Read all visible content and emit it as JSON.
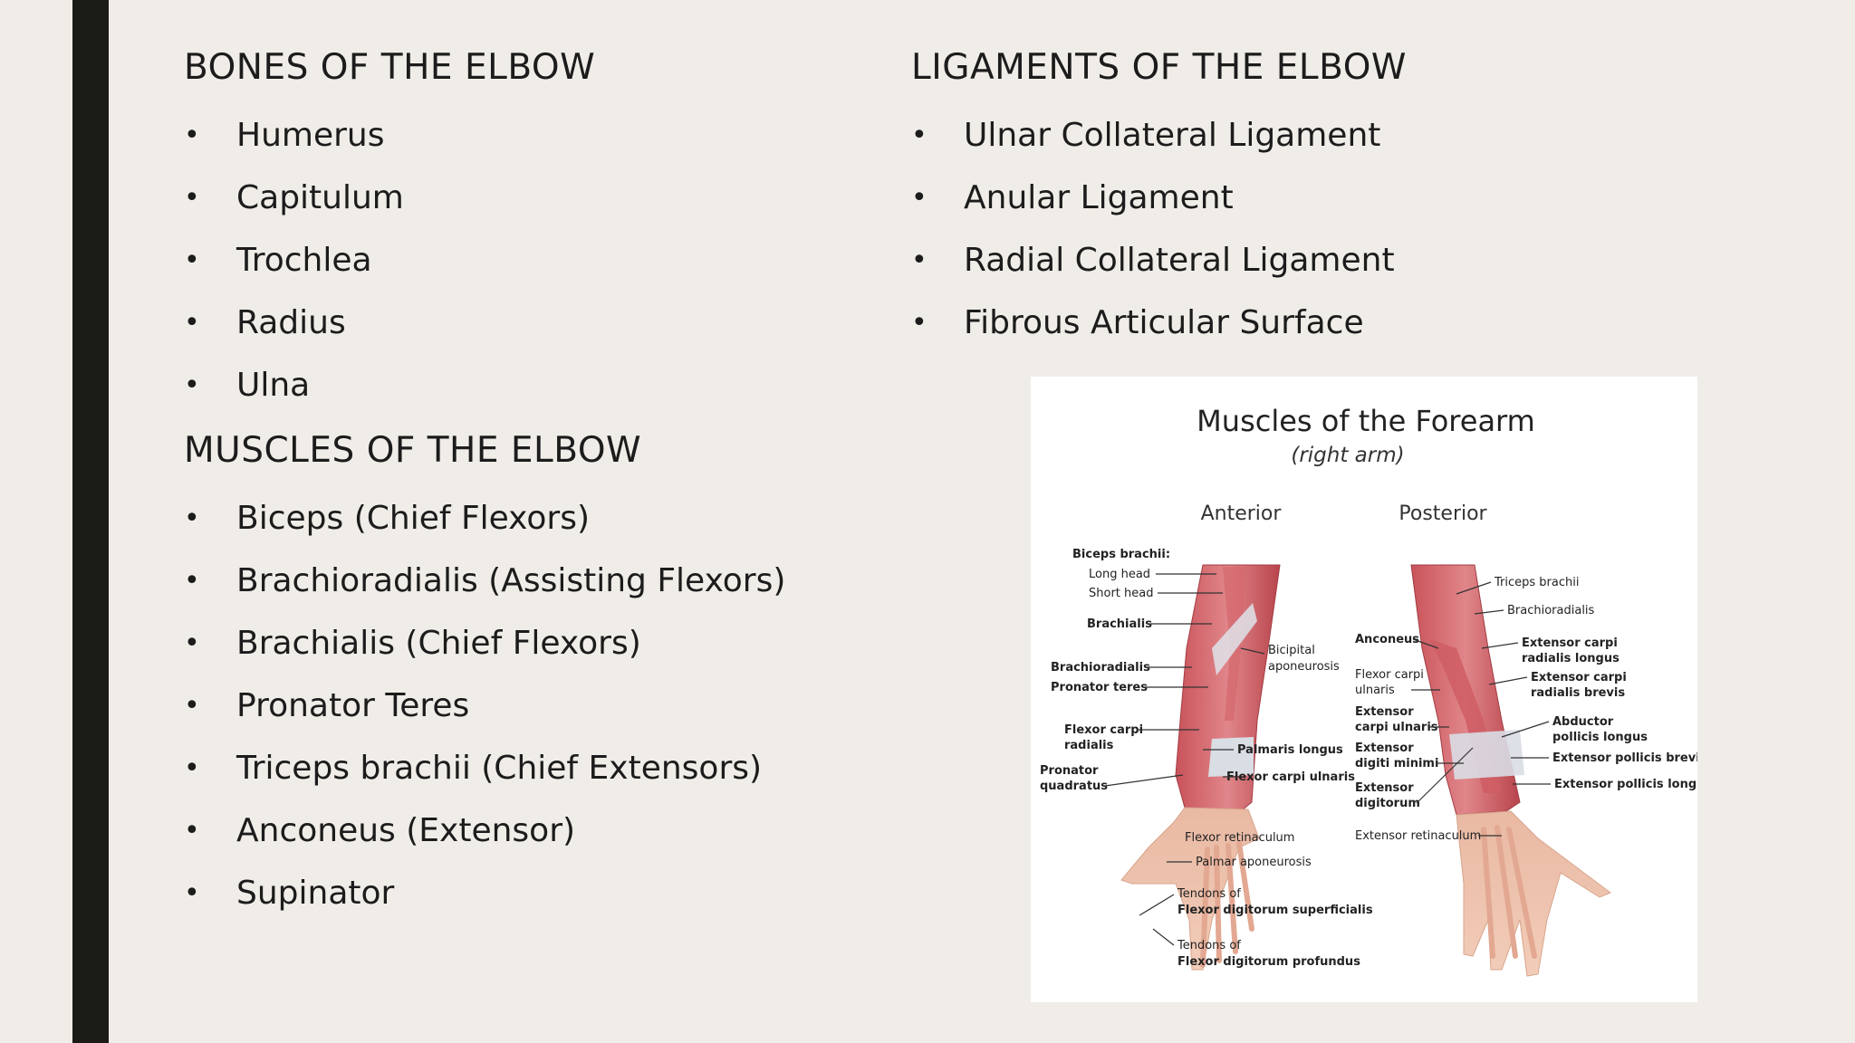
{
  "slide": {
    "bones": {
      "heading": "BONES OF THE ELBOW",
      "items": [
        "Humerus",
        "Capitulum",
        "Trochlea",
        "Radius",
        "Ulna"
      ]
    },
    "muscles": {
      "heading": "MUSCLES OF THE ELBOW",
      "items": [
        "Biceps (Chief Flexors)",
        "Brachioradialis (Assisting Flexors)",
        "Brachialis (Chief Flexors)",
        "Pronator Teres",
        "Triceps brachii (Chief Extensors)",
        "Anconeus (Extensor)",
        "Supinator"
      ]
    },
    "ligaments": {
      "heading": "LIGAMENTS OF THE ELBOW",
      "items": [
        "Ulnar Collateral Ligament",
        "Anular Ligament",
        "Radial Collateral Ligament",
        "Fibrous Articular Surface"
      ]
    },
    "bullet": "•"
  },
  "figure": {
    "title": "Muscles of the Forearm",
    "subtitle": "(right arm)",
    "anterior_label": "Anterior",
    "posterior_label": "Posterior",
    "anterior_labels": {
      "biceps": "Biceps brachii:",
      "long_head": "Long head",
      "short_head": "Short head",
      "brachialis": "Brachialis",
      "bicipital_1": "Bicipital",
      "bicipital_2": "aponeurosis",
      "brachioradialis": "Brachioradialis",
      "pronator_teres": "Pronator teres",
      "fcr_1": "Flexor carpi",
      "fcr_2": "radialis",
      "palmaris_longus": "Palmaris longus",
      "pq_1": "Pronator",
      "pq_2": "quadratus",
      "fcu": "Flexor carpi ulnaris",
      "flexor_retinaculum": "Flexor retinaculum",
      "palmar_aponeurosis": "Palmar aponeurosis",
      "tfds_1": "Tendons of",
      "tfds_2": "Flexor digitorum superficialis",
      "tfdp_1": "Tendons of",
      "tfdp_2": "Flexor digitorum profundus"
    },
    "posterior_labels": {
      "triceps": "Triceps brachii",
      "brachioradialis": "Brachioradialis",
      "anconeus": "Anconeus",
      "ecrl_1": "Extensor carpi",
      "ecrl_2": "radialis longus",
      "fcu_1": "Flexor carpi",
      "fcu_2": "ulnaris",
      "ecrb_1": "Extensor carpi",
      "ecrb_2": "radialis brevis",
      "ecu_1": "Extensor",
      "ecu_2": "carpi ulnaris",
      "apl_1": "Abductor",
      "apl_2": "pollicis longus",
      "edm_1": "Extensor",
      "edm_2": "digiti minimi",
      "epb": "Extensor pollicis brevis",
      "ed_1": "Extensor",
      "ed_2": "digitorum",
      "epl": "Extensor pollicis longus",
      "extensor_retinaculum": "Extensor retinaculum"
    }
  }
}
